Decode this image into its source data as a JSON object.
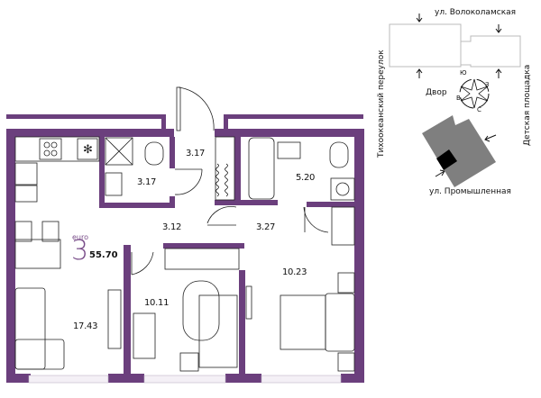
{
  "colors": {
    "wall": "#6b3f7d",
    "accent": "#7a4e8a",
    "building_gray": "#7f7f7f",
    "apartment_black": "#000000"
  },
  "apartment": {
    "type_label": "euro",
    "rooms_count": "3",
    "total_area": "55.70"
  },
  "rooms": [
    {
      "id": "bathroom-small",
      "area": "3.17"
    },
    {
      "id": "entry-corridor",
      "area": "3.17"
    },
    {
      "id": "hall",
      "area": "3.12"
    },
    {
      "id": "corridor-2",
      "area": "3.27"
    },
    {
      "id": "bathroom-large",
      "area": "5.20"
    },
    {
      "id": "kitchen-living",
      "area": "17.43"
    },
    {
      "id": "bedroom-1",
      "area": "10.11"
    },
    {
      "id": "bedroom-2",
      "area": "10.23"
    }
  ],
  "site_plan": {
    "street_top": "ул. Волоколамская",
    "street_bottom": "ул. Промышленная",
    "street_left": "Тихоокеанский переулок",
    "street_right": "Детская площадка",
    "yard_label": "Двор",
    "compass": {
      "north": "С",
      "south": "Ю",
      "east": "В",
      "west": "З"
    }
  }
}
